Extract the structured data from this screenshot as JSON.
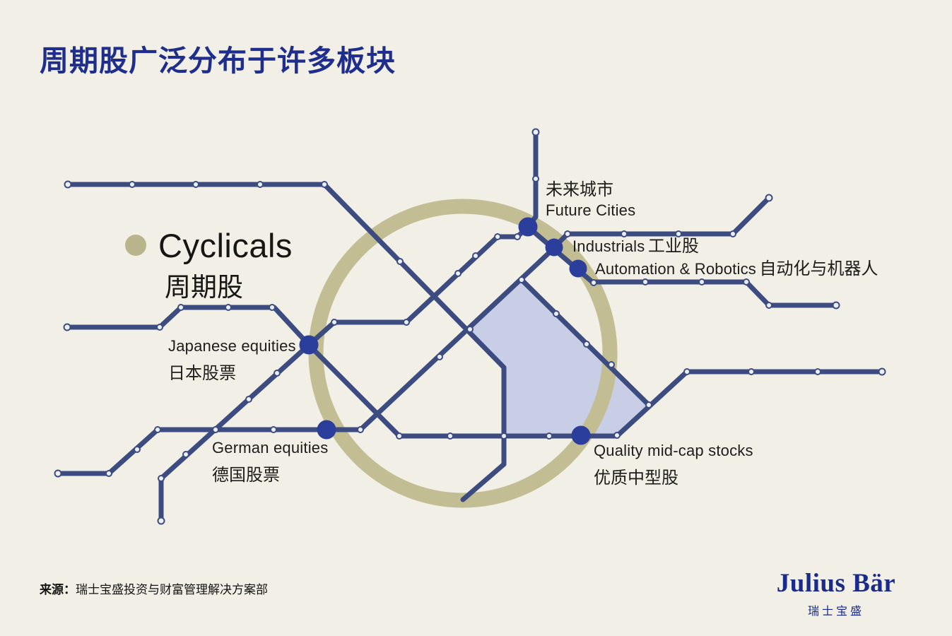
{
  "title": "周期股广泛分布于许多板块",
  "legend": {
    "label_en": "Cyclicals",
    "label_zh": "周期股"
  },
  "stations": {
    "future_cities": {
      "zh": "未来城市",
      "en": "Future Cities"
    },
    "industrials": {
      "en": "Industrials",
      "zh": "工业股"
    },
    "automation": {
      "en": "Automation & Robotics",
      "zh": "自动化与机器人"
    },
    "japanese": {
      "en": "Japanese equities",
      "zh": "日本股票"
    },
    "german": {
      "en": "German equities",
      "zh": "德国股票"
    },
    "quality": {
      "en": "Quality mid-cap stocks",
      "zh": "优质中型股"
    }
  },
  "source": {
    "prefix": "来源：",
    "text": "瑞士宝盛投资与财富管理解决方案部"
  },
  "logo": {
    "name": "Julius Bär",
    "name_zh": "瑞士宝盛"
  },
  "colors": {
    "background": "#f1efe6",
    "title_navy": "#1f2e8c",
    "metro_line": "#3d4c80",
    "station_blue": "#2b3e9b",
    "cyclicals_ring": "#c2bd92",
    "legend_dot": "#b9b48c",
    "area_fill": "#c9cee7",
    "small_dot": "#eceef8",
    "label_text": "#1d1d1b",
    "logo_navy": "#1b2b8a"
  }
}
